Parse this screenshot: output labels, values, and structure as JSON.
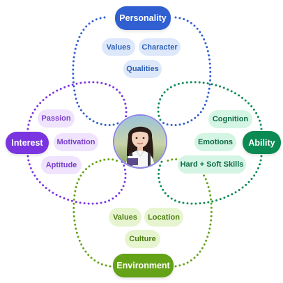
{
  "colors": {
    "personality": "#2f5fd0",
    "personality_chip_bg": "#dde8fb",
    "personality_chip_text": "#2f5fb5",
    "interest": "#7a35e0",
    "interest_chip_bg": "#efe3fd",
    "interest_chip_text": "#7a3fc9",
    "ability": "#0c8a53",
    "ability_chip_bg": "#d4f5e4",
    "ability_chip_text": "#0d6a43",
    "environment": "#64a217",
    "environment_chip_bg": "#e6f5cf",
    "environment_chip_text": "#4d7d13"
  },
  "personality": {
    "label": "Personality",
    "chips": [
      "Values",
      "Character",
      "Qualities"
    ]
  },
  "interest": {
    "label": "Interest",
    "chips": [
      "Passion",
      "Motivation",
      "Aptitude"
    ]
  },
  "ability": {
    "label": "Ability",
    "chips": [
      "Cognition",
      "Emotions",
      "Hard + Soft Skills"
    ]
  },
  "environment": {
    "label": "Environment",
    "chips": [
      "Values",
      "Location",
      "Culture"
    ]
  },
  "center": {
    "icon": "student-photo"
  }
}
